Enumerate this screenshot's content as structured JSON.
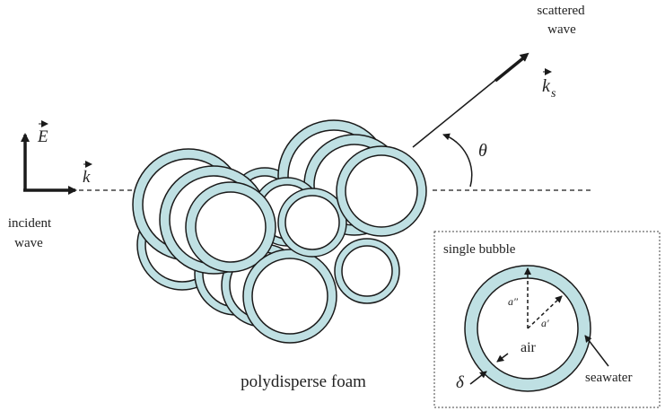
{
  "labels": {
    "scattered_line1": "scattered",
    "scattered_line2": "wave",
    "ks_main": "k",
    "ks_sub": "s",
    "theta": "θ",
    "E_field": "E",
    "k_incident": "k",
    "incident_line1": "incident",
    "incident_line2": "wave",
    "foam": "polydisperse foam",
    "single_bubble": "single bubble",
    "a_outer": "a″",
    "a_inner": "a′",
    "air": "air",
    "delta": "δ",
    "seawater": "seawater"
  },
  "colors": {
    "shell": "#bfe0e3",
    "stroke": "#1a1a1a",
    "text": "#222222"
  }
}
